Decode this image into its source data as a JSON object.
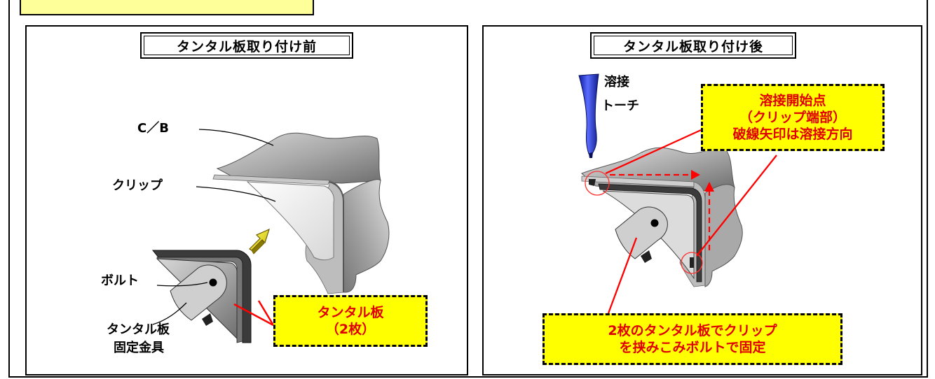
{
  "colors": {
    "callout_fill": "#ffff00",
    "callout_text": "#e00000",
    "arrow_red": "#ff0000",
    "torch_blue": "#2a3ad0",
    "metal_gray": "#9a9a9a",
    "clip_white": "#f2f2f2",
    "top_note_fill": "#ffff99"
  },
  "left_panel": {
    "title": "タンタル板取り付け前",
    "labels": {
      "cb": "C／B",
      "clip": "クリップ",
      "bolt": "ボルト",
      "fixture_line1": "タンタル板",
      "fixture_line2": "固定金具"
    },
    "callout": {
      "line1": "タンタル板",
      "line2": "（2枚）"
    },
    "icons": [
      "yellow-arrow-icon"
    ]
  },
  "right_panel": {
    "title": "タンタル板取り付け後",
    "labels": {
      "torch_line1": "溶接",
      "torch_line2": "トーチ"
    },
    "callout_top": {
      "line1": "溶接開始点",
      "line2": "（クリップ端部）",
      "line3": "破線矢印は溶接方向"
    },
    "callout_bottom": {
      "line1": "2枚のタンタル板でクリップ",
      "line2": "を挟みこみボルトで固定"
    },
    "icons": [
      "welding-torch-icon",
      "weld-start-circle-icon",
      "weld-direction-arrow-icon"
    ]
  }
}
